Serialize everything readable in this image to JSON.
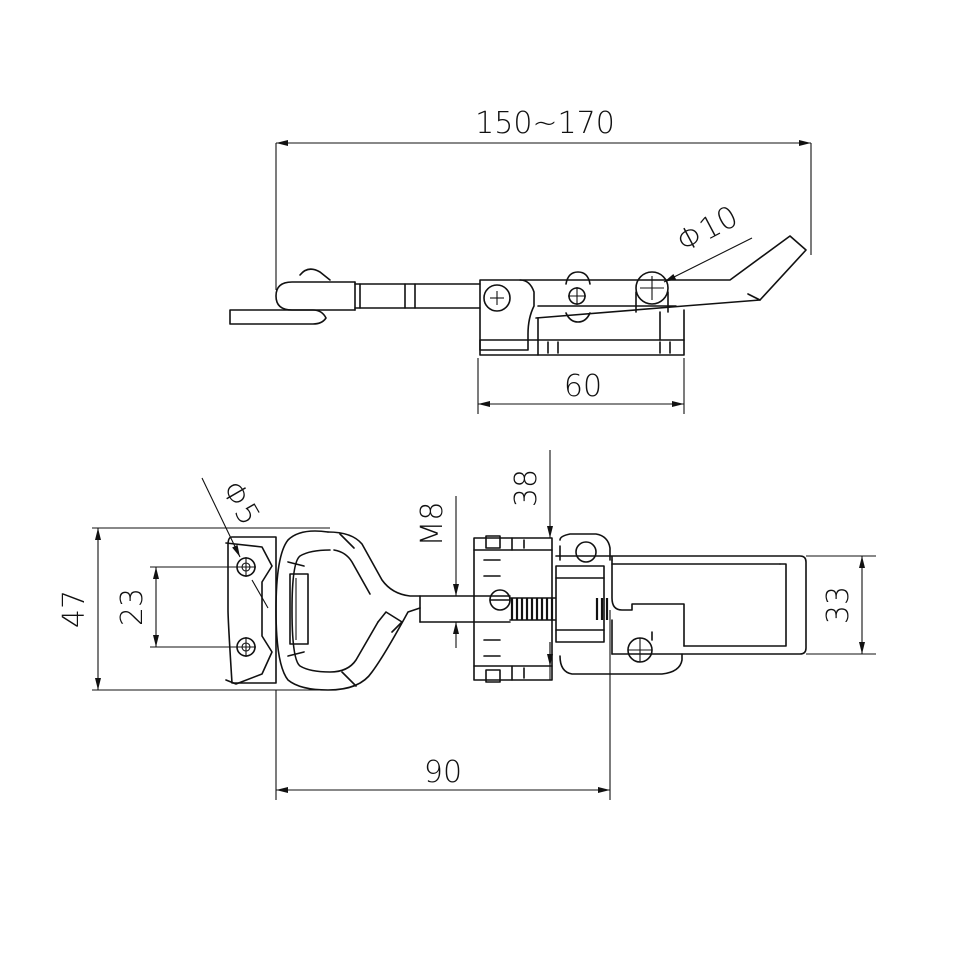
{
  "dimensions": {
    "overall_length": "150~170",
    "hole_diameter": "Φ10",
    "base_length": "60",
    "mount_hole_diameter": "Φ5",
    "plate_height": "47",
    "hole_spacing": "23",
    "thread_size": "M8",
    "base_width": "38",
    "handle_width": "33",
    "total_length": "90"
  }
}
